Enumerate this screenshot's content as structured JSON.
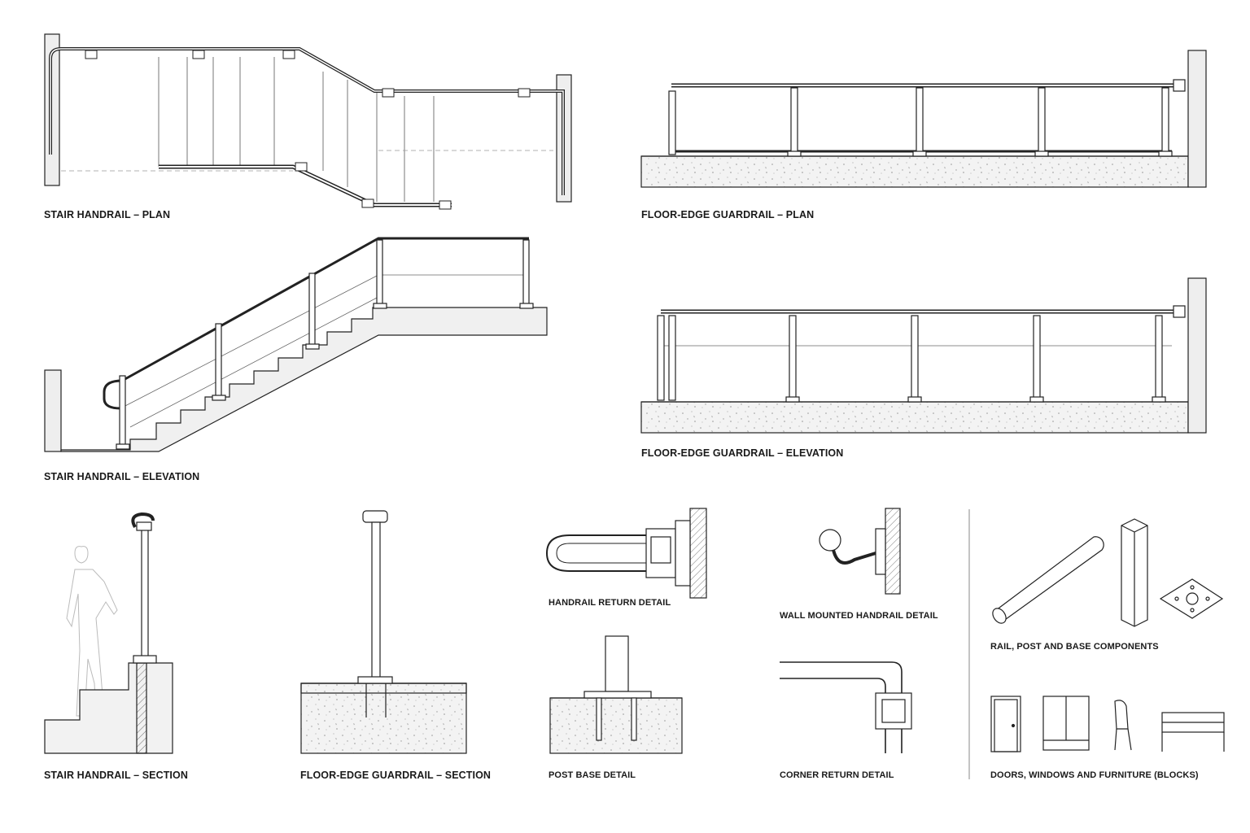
{
  "sheet": {
    "labels": {
      "stair_plan": "STAIR HANDRAIL – PLAN",
      "guard_plan": "FLOOR-EDGE GUARDRAIL – PLAN",
      "stair_elev": "STAIR HANDRAIL – ELEVATION",
      "guard_elev": "FLOOR-EDGE GUARDRAIL – ELEVATION",
      "stair_section": "STAIR HANDRAIL – SECTION",
      "guard_section": "FLOOR-EDGE GUARDRAIL – SECTION",
      "return_detail": "HANDRAIL RETURN DETAIL",
      "wall_detail": "WALL MOUNTED HANDRAIL DETAIL",
      "components": "RAIL, POST AND BASE COMPONENTS",
      "post_base": "POST BASE DETAIL",
      "corner_return": "CORNER RETURN DETAIL",
      "blocks": "DOORS, WINDOWS AND FURNITURE (BLOCKS)"
    },
    "colors": {
      "line": "#222222",
      "hatch": "#888888",
      "fill": "#eeeeee"
    }
  }
}
